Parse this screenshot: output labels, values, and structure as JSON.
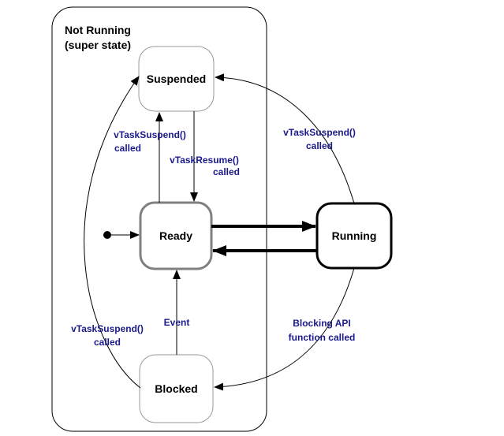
{
  "superstate": {
    "title_line1": "Not Running",
    "title_line2": "(super state)"
  },
  "states": {
    "suspended": "Suspended",
    "ready": "Ready",
    "running": "Running",
    "blocked": "Blocked"
  },
  "transitions": {
    "ready_to_suspended": {
      "line1": "vTaskSuspend()",
      "line2": "called"
    },
    "suspended_to_ready": {
      "line1": "vTaskResume()",
      "line2": "called"
    },
    "running_to_suspended": {
      "line1": "vTaskSuspend()",
      "line2": "called"
    },
    "blocked_to_suspended": {
      "line1": "vTaskSuspend()",
      "line2": "called"
    },
    "blocked_to_ready": {
      "line1": "Event"
    },
    "running_to_blocked": {
      "line1": "Blocking API",
      "line2": "function called"
    }
  },
  "colors": {
    "label": "#1a1a8c",
    "ready_border": "#808080",
    "soft_border": "#909090",
    "line": "#000000"
  }
}
